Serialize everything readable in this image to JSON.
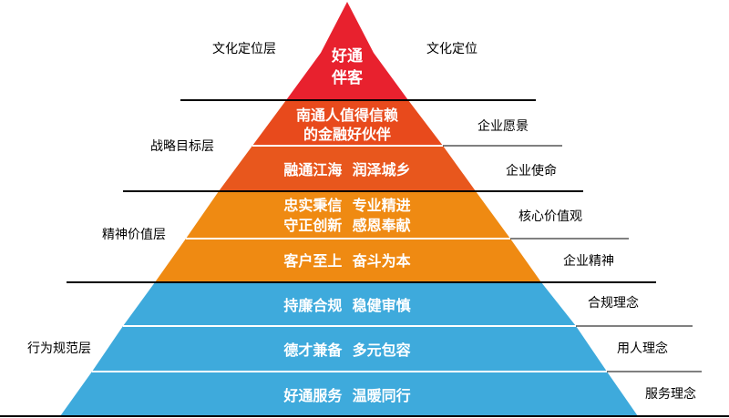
{
  "colors": {
    "apex": "#e8212e",
    "goal_top": "#e84a1c",
    "goal_bottom": "#e8571d",
    "spirit": "#ef8a12",
    "behavior": "#3eaadc",
    "separator": "#ffffff",
    "line": "#000000"
  },
  "tiers": {
    "apex": {
      "line1": "好通",
      "line2": "伴客"
    },
    "vision": {
      "line1": "南通人值得信赖",
      "line2": "的金融好伙伴"
    },
    "mission": {
      "text": "融通江海  润泽城乡"
    },
    "values": {
      "line1": "忠实秉信  专业精进",
      "line2": "守正创新  感恩奉献"
    },
    "spirit": {
      "text": "客户至上  奋斗为本"
    },
    "compliance": {
      "text": "持廉合规  稳健审慎"
    },
    "talent": {
      "text": "德才兼备  多元包容"
    },
    "service": {
      "text": "好通服务  温暖同行"
    }
  },
  "layers": {
    "culture": "文化定位层",
    "strategy": "战略目标层",
    "spirit": "精神价值层",
    "behavior": "行为规范层"
  },
  "right_labels": {
    "culture": "文化定位",
    "vision": "企业愿景",
    "mission": "企业使命",
    "values": "核心价值观",
    "spirit": "企业精神",
    "compliance": "合规理念",
    "talent": "用人理念",
    "service": "服务理念"
  }
}
